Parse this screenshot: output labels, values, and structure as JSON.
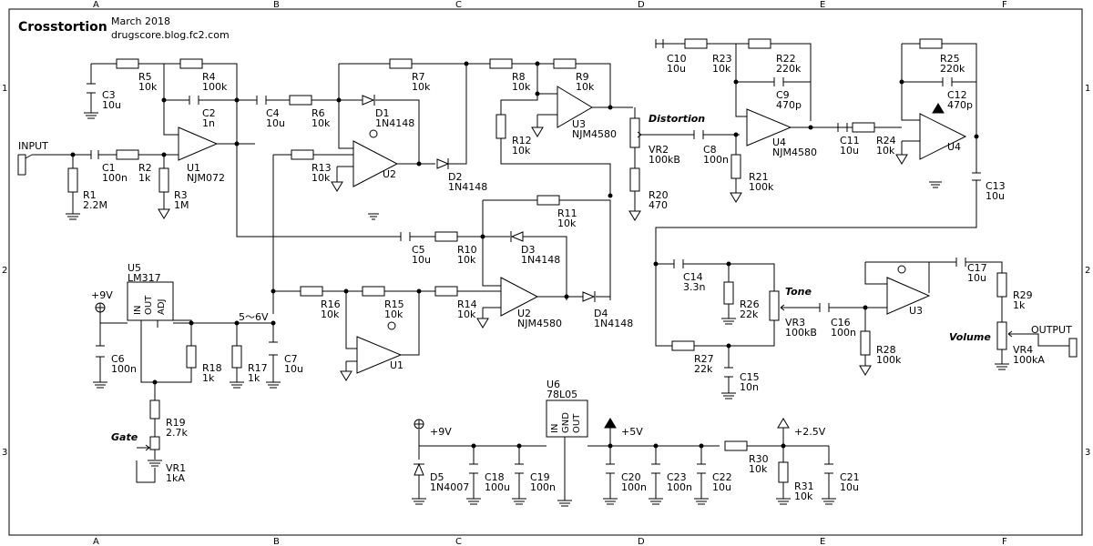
{
  "title": "Crosstortion",
  "date": "March 2018",
  "site": "drugscore.blog.fc2.com",
  "grid": {
    "cols": [
      "A",
      "B",
      "C",
      "D",
      "E",
      "F"
    ],
    "rows": [
      "1",
      "2",
      "3"
    ]
  },
  "components": {
    "R1": [
      "R1",
      "2.2M"
    ],
    "R2": [
      "R2",
      "1k"
    ],
    "R3": [
      "R3",
      "1M"
    ],
    "R4": [
      "R4",
      "100k"
    ],
    "R5": [
      "R5",
      "10k"
    ],
    "R6": [
      "R6",
      "10k"
    ],
    "R7": [
      "R7",
      "10k"
    ],
    "R8": [
      "R8",
      "10k"
    ],
    "R9": [
      "R9",
      "10k"
    ],
    "R10": [
      "R10",
      "10k"
    ],
    "R11": [
      "R11",
      "10k"
    ],
    "R12": [
      "R12",
      "10k"
    ],
    "R13": [
      "R13",
      "10k"
    ],
    "R14": [
      "R14",
      "10k"
    ],
    "R15": [
      "R15",
      "10k"
    ],
    "R16": [
      "R16",
      "10k"
    ],
    "R17": [
      "R17",
      "1k"
    ],
    "R18": [
      "R18",
      "1k"
    ],
    "R19": [
      "R19",
      "2.7k"
    ],
    "R20": [
      "R20",
      "470"
    ],
    "R21": [
      "R21",
      "100k"
    ],
    "R22": [
      "R22",
      "220k"
    ],
    "R23": [
      "R23",
      "10k"
    ],
    "R24": [
      "R24",
      "10k"
    ],
    "R25": [
      "R25",
      "220k"
    ],
    "R26": [
      "R26",
      "22k"
    ],
    "R27": [
      "R27",
      "22k"
    ],
    "R28": [
      "R28",
      "100k"
    ],
    "R29": [
      "R29",
      "1k"
    ],
    "R30": [
      "R30",
      "10k"
    ],
    "R31": [
      "R31",
      "10k"
    ],
    "C1": [
      "C1",
      "100n"
    ],
    "C2": [
      "C2",
      "1n"
    ],
    "C3": [
      "C3",
      "10u"
    ],
    "C4": [
      "C4",
      "10u"
    ],
    "C5": [
      "C5",
      "10u"
    ],
    "C6": [
      "C6",
      "100n"
    ],
    "C7": [
      "C7",
      "10u"
    ],
    "C8": [
      "C8",
      "100n"
    ],
    "C9": [
      "C9",
      "470p"
    ],
    "C10": [
      "C10",
      "10u"
    ],
    "C11": [
      "C11",
      "10u"
    ],
    "C12": [
      "C12",
      "470p"
    ],
    "C13": [
      "C13",
      "10u"
    ],
    "C14": [
      "C14",
      "3.3n"
    ],
    "C15": [
      "C15",
      "10n"
    ],
    "C16": [
      "C16",
      "100n"
    ],
    "C17": [
      "C17",
      "10u"
    ],
    "C18": [
      "C18",
      "100u"
    ],
    "C19": [
      "C19",
      "100n"
    ],
    "C20": [
      "C20",
      "100n"
    ],
    "C21": [
      "C21",
      "10u"
    ],
    "C22": [
      "C22",
      "10u"
    ],
    "C23": [
      "C23",
      "100n"
    ],
    "D1": [
      "D1",
      "1N4148"
    ],
    "D2": [
      "D2",
      "1N4148"
    ],
    "D3": [
      "D3",
      "1N4148"
    ],
    "D4": [
      "D4",
      "1N4148"
    ],
    "D5": [
      "D5",
      "1N4007"
    ],
    "VR1": [
      "VR1",
      "1kA"
    ],
    "VR2": [
      "VR2",
      "100kB"
    ],
    "VR3": [
      "VR3",
      "100kB"
    ],
    "VR4": [
      "VR4",
      "100kA"
    ],
    "U1a": [
      "U1",
      "NJM072"
    ],
    "U2a": [
      "U2",
      "NJM4580"
    ],
    "U3a": [
      "U3",
      "NJM4580"
    ],
    "U4a": [
      "U4",
      "NJM4580"
    ],
    "U5": [
      "U5",
      "LM317"
    ],
    "U6": [
      "U6",
      "78L05"
    ]
  },
  "unit_refs": {
    "U1": "U1",
    "U2": "U2",
    "U3": "U3",
    "U4": "U4"
  },
  "net_labels": {
    "input": "INPUT",
    "output": "OUTPUT",
    "v9": "+9V",
    "v5": "+5V",
    "v25": "+2.5V",
    "v56": "5～6V"
  },
  "control_labels": {
    "distortion": "Distortion",
    "volume": "Volume",
    "tone": "Tone",
    "gate": "Gate"
  },
  "pin_texts": {
    "in": "IN",
    "out": "OUT",
    "adj": "ADJ",
    "gnd": "GND",
    "minus": "-",
    "plus": "+"
  }
}
